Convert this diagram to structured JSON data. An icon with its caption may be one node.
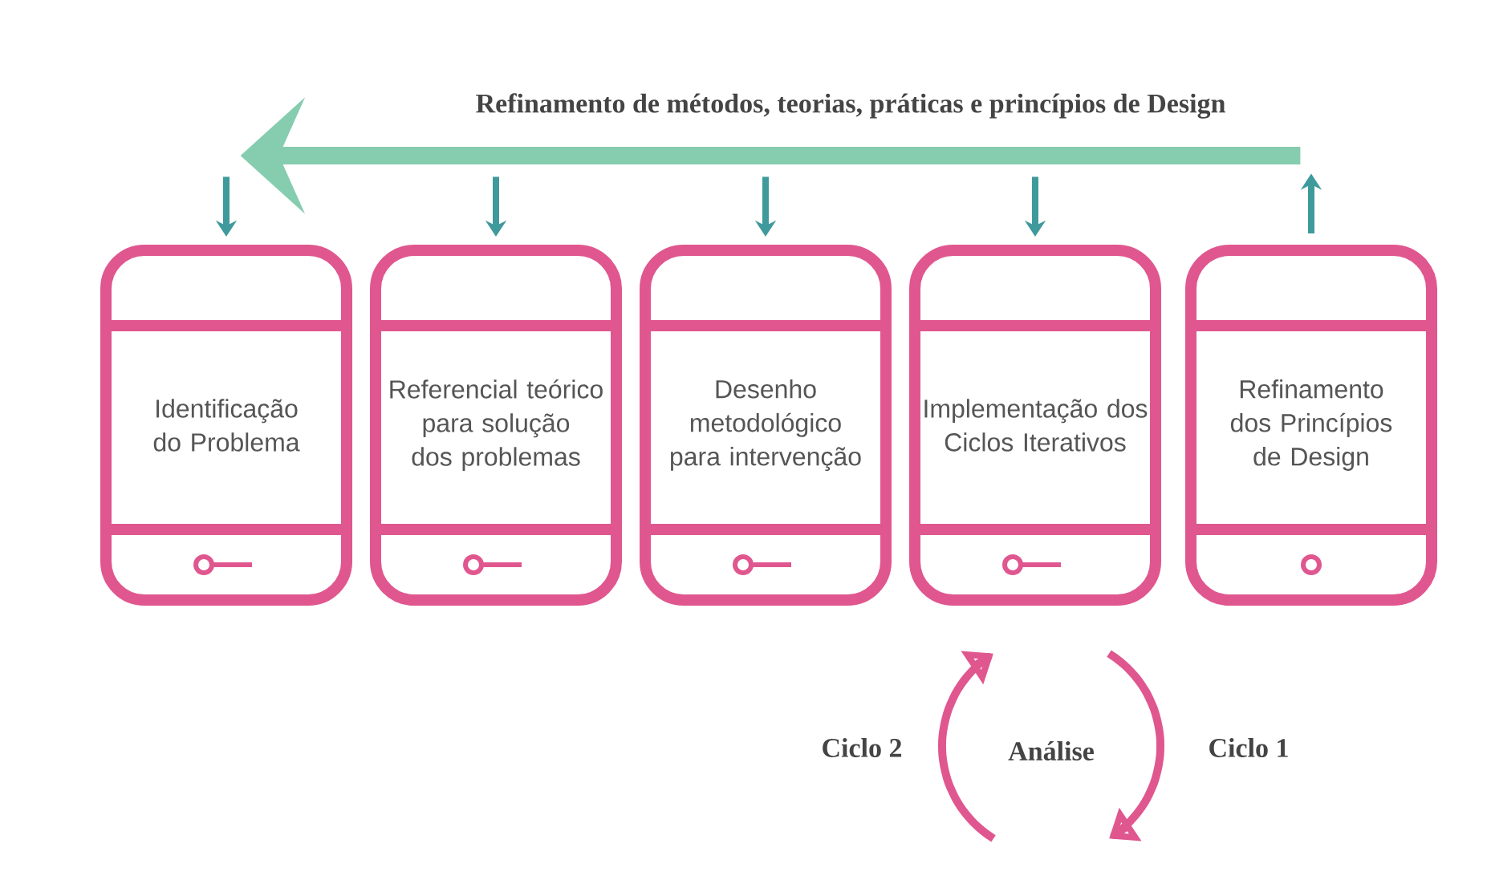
{
  "diagram": {
    "nodes": [
      {
        "text": [
          "Identificação do Problema"
        ]
      },
      {
        "text": [
          "Referencial teórico para solução dos problemas"
        ]
      },
      {
        "text": [
          "Desenho metodológico para intervenção"
        ]
      },
      {
        "text": [
          "Implementação dos Ciclos Iterativos"
        ]
      },
      {
        "text": [
          "Refinamento dos Princípios de Design"
        ]
      },
      {
        "text": [],
        "shape": "arrow"
      }
    ],
    "edges": [
      {
        "from": 5,
        "to": 0,
        "arrow": "to"
      },
      {
        "from": 5,
        "to": 1,
        "arrow": "to"
      },
      {
        "from": 5,
        "to": 2,
        "arrow": "to"
      },
      {
        "from": 5,
        "to": 3,
        "arrow": "to"
      },
      {
        "from": 4,
        "to": 5,
        "arrow": "to"
      }
    ],
    "labels": [
      "Refinamento de métodos, teorias, práticas e princípios de Design",
      "Ciclo 2",
      "Análise",
      "Ciclo 1"
    ]
  }
}
